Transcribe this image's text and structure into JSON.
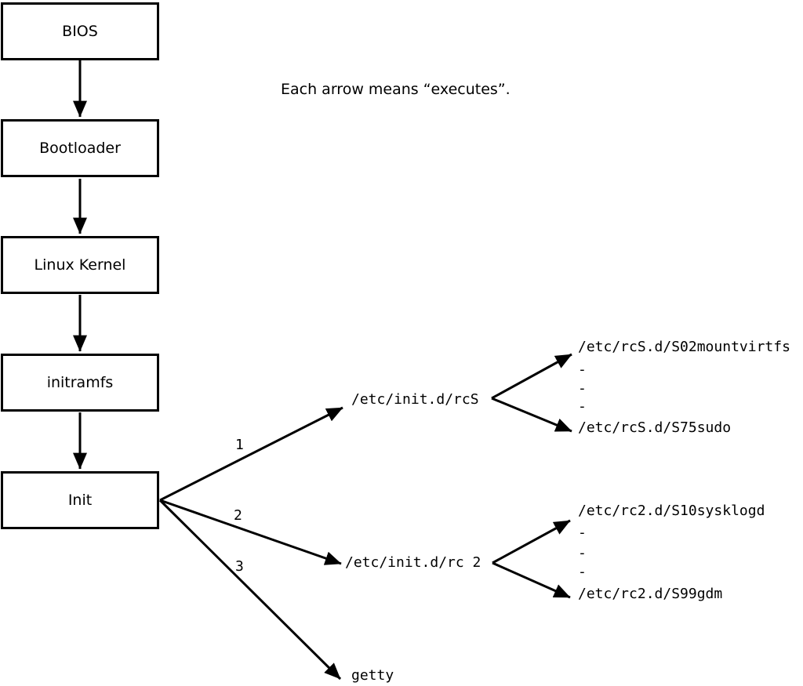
{
  "note": {
    "text": "Each arrow means “executes”."
  },
  "flow_boxes": [
    {
      "label": "BIOS"
    },
    {
      "label": "Bootloader"
    },
    {
      "label": "Linux Kernel"
    },
    {
      "label": "initramfs"
    },
    {
      "label": "Init"
    }
  ],
  "branches": [
    {
      "number": "1",
      "target": "/etc/init.d/rcS"
    },
    {
      "number": "2",
      "target": "/etc/init.d/rc 2"
    },
    {
      "number": "3",
      "target": "getty"
    }
  ],
  "rcS_scripts": {
    "first": "/etc/rcS.d/S02mountvirtfs",
    "ellipsis": [
      "-",
      "-",
      "-"
    ],
    "last": "/etc/rcS.d/S75sudo"
  },
  "rc2_scripts": {
    "first": "/etc/rc2.d/S10sysklogd",
    "ellipsis": [
      "-",
      "-",
      "-"
    ],
    "last": "/etc/rc2.d/S99gdm"
  },
  "colors": {
    "line": "#000000",
    "background": "#ffffff",
    "box_fill": "#ffffff"
  }
}
